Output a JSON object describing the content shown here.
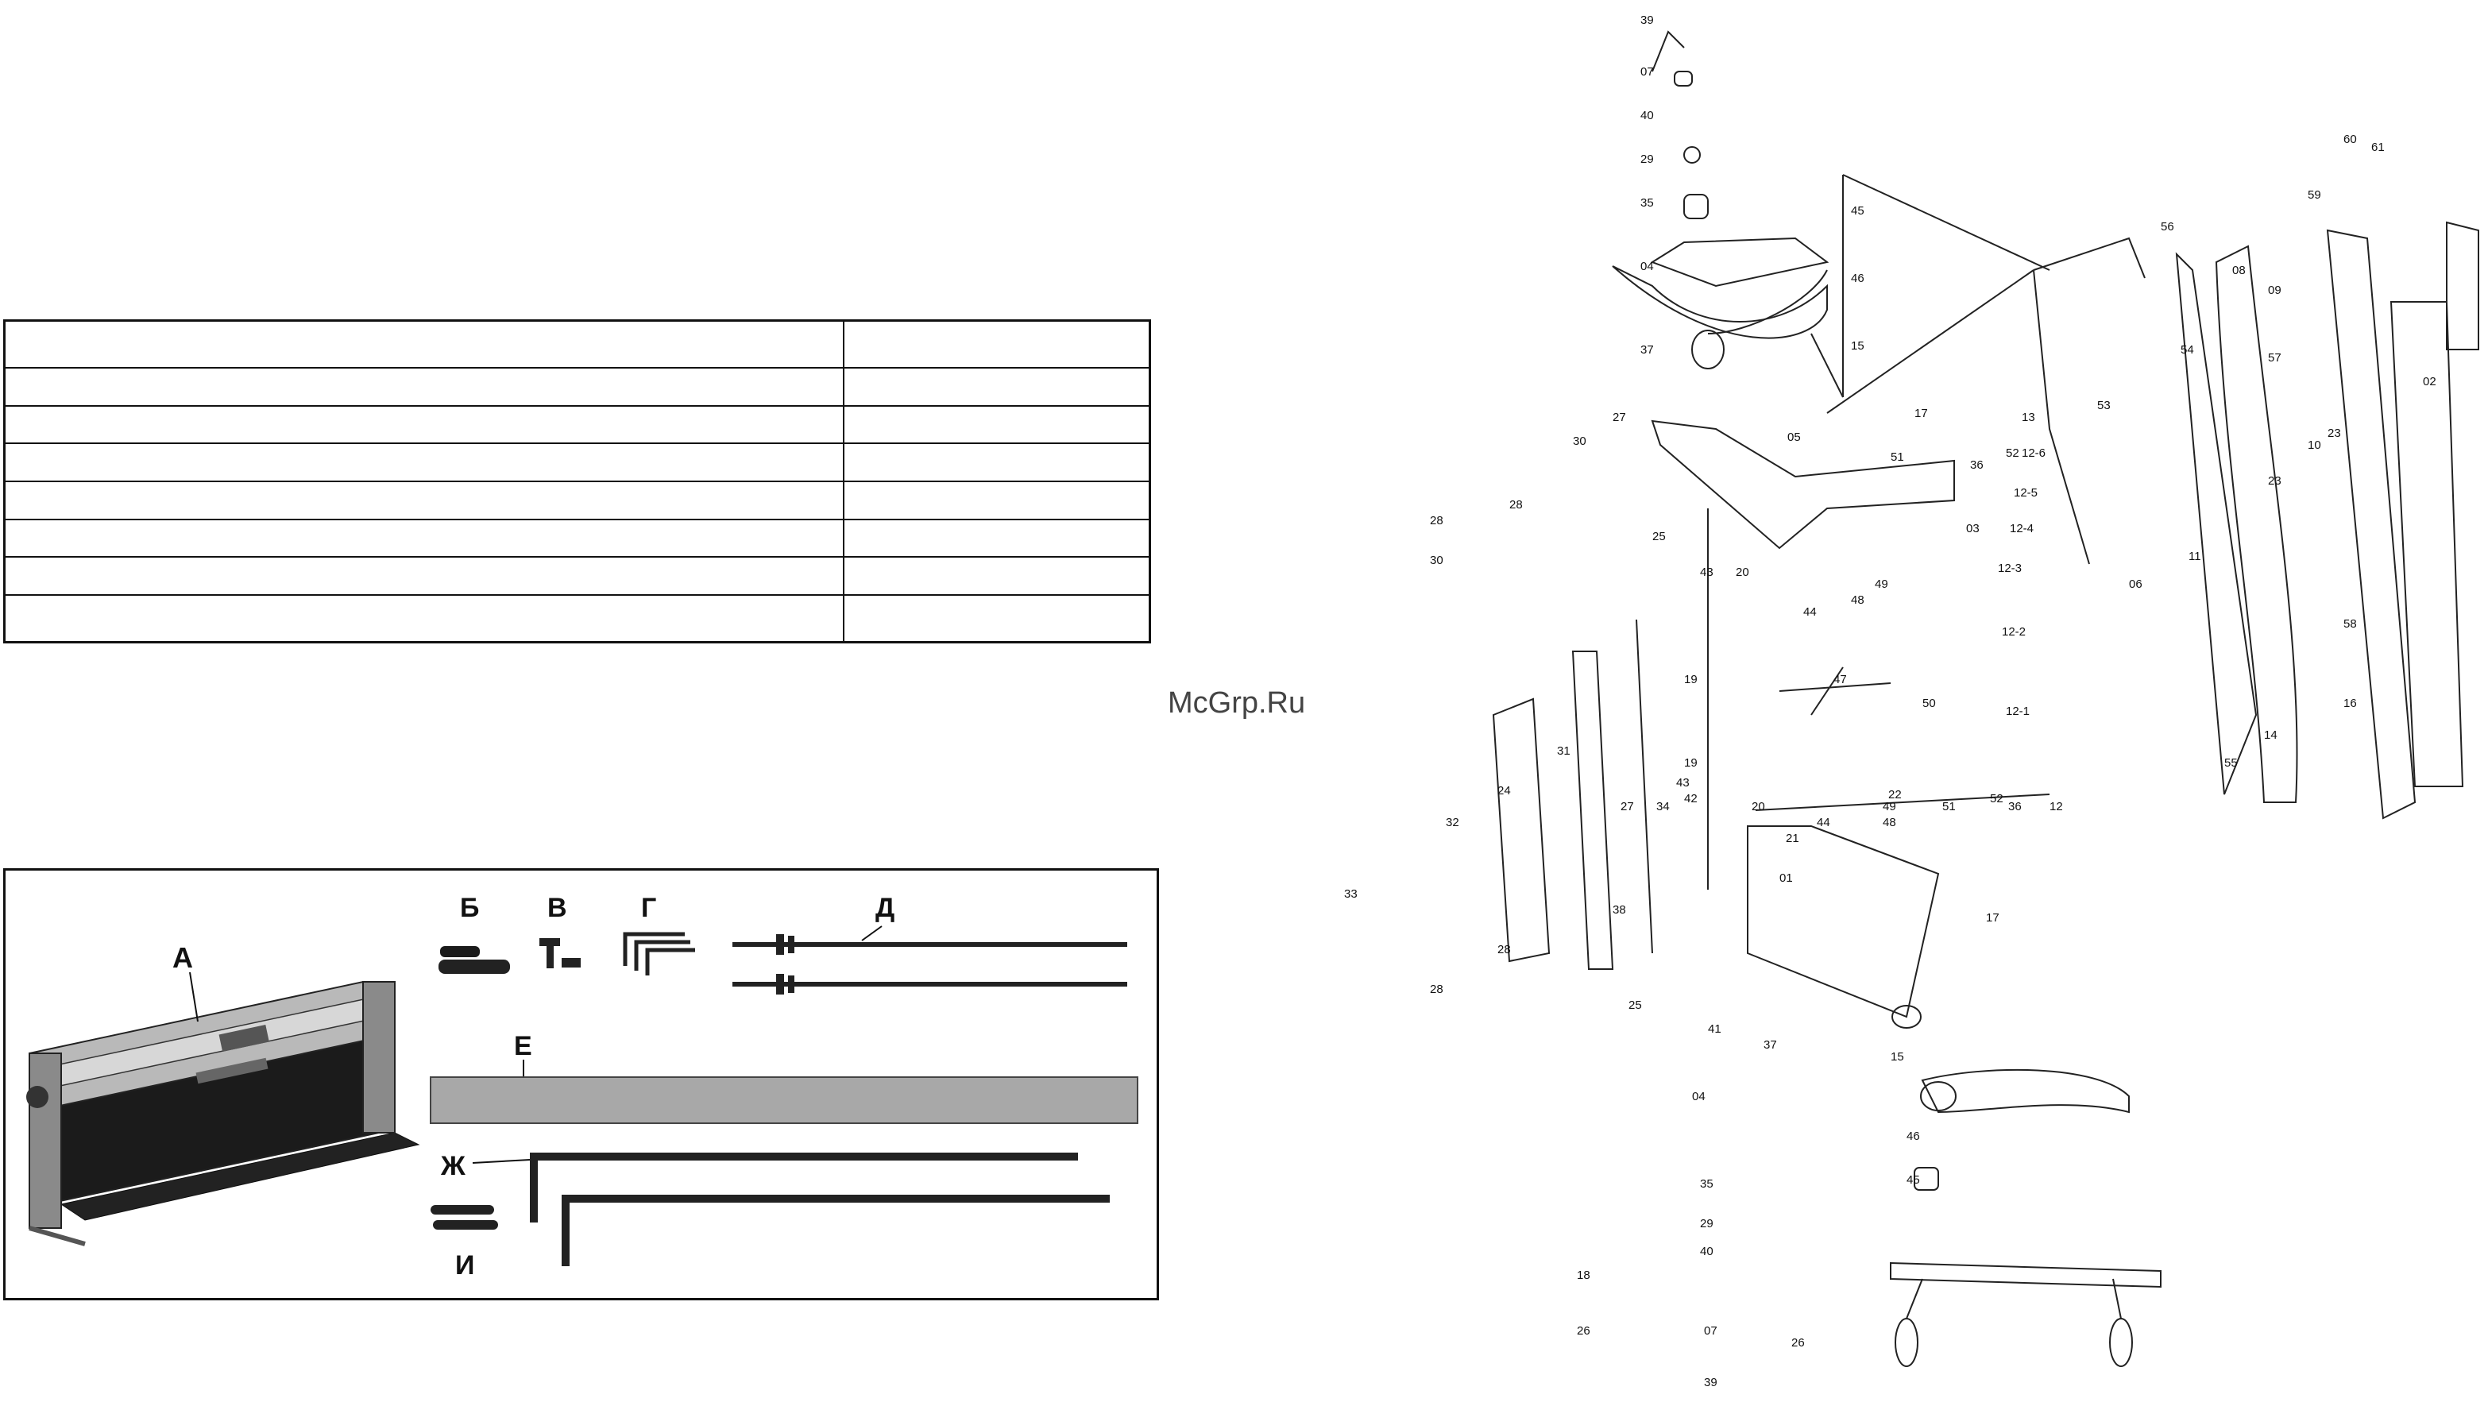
{
  "spec_table": {
    "rows": 8,
    "columns": 2
  },
  "kit_labels": {
    "a": "А",
    "b": "Б",
    "v": "В",
    "g": "Г",
    "d": "Д",
    "e": "Е",
    "zh": "Ж",
    "i": "И"
  },
  "watermark": "McGrp.Ru",
  "part_numbers": {
    "n39a": "39",
    "n07a": "07",
    "n40a": "40",
    "n29a": "29",
    "n35a": "35",
    "n04a": "04",
    "n37a": "37",
    "n27a": "27",
    "n45a": "45",
    "n46a": "46",
    "n15a": "15",
    "n05": "05",
    "n30a": "30",
    "n28a": "28",
    "n28b": "28",
    "n30b": "30",
    "n25a": "25",
    "n43a": "43",
    "n20a": "20",
    "n44a": "44",
    "n19a": "19",
    "n19b": "19",
    "n48a": "48",
    "n49a": "49",
    "n47": "47",
    "n50": "50",
    "n43b": "43",
    "n20b": "20",
    "n21": "21",
    "n44b": "44",
    "n48b": "48",
    "n49b": "49",
    "n22": "22",
    "n27b": "27",
    "n34": "34",
    "n42": "42",
    "n33": "33",
    "n32": "32",
    "n24": "24",
    "n31": "31",
    "n38": "38",
    "n28c": "28",
    "n28d": "28",
    "n51a": "51",
    "n17a": "17",
    "n36a": "36",
    "n52a": "52",
    "n03": "03",
    "n51b": "51",
    "n36b": "36",
    "n52b": "52",
    "n13": "13",
    "n126": "12-6",
    "n125": "12-5",
    "n124": "12-4",
    "n123": "12-3",
    "n122": "12-2",
    "n121": "12-1",
    "n12": "12",
    "n53": "53",
    "n06": "06",
    "n54": "54",
    "n11": "11",
    "n56": "56",
    "n08": "08",
    "n09": "09",
    "n57": "57",
    "n59": "59",
    "n60": "60",
    "n61": "61",
    "n23a": "23",
    "n23b": "23",
    "n10": "10",
    "n02": "02",
    "n58": "58",
    "n16": "16",
    "n14": "14",
    "n55": "55",
    "n01": "01",
    "n17b": "17",
    "n25b": "25",
    "n41": "41",
    "n37b": "37",
    "n15b": "15",
    "n04b": "04",
    "n46b": "46",
    "n45b": "45",
    "n35b": "35",
    "n29b": "29",
    "n40b": "40",
    "n18": "18",
    "n26a": "26",
    "n07b": "07",
    "n26b": "26",
    "n39b": "39"
  }
}
